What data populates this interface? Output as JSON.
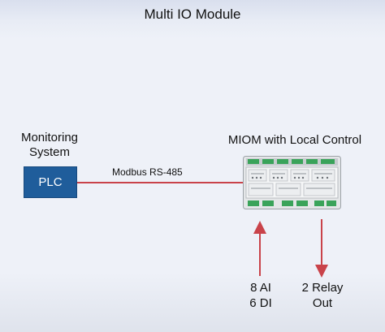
{
  "title": "Multi IO Module",
  "monitoring": {
    "line1": "Monitoring",
    "line2": "System"
  },
  "plc": {
    "label": "PLC"
  },
  "link": {
    "label": "Modbus RS-485"
  },
  "miom": {
    "label": "MIOM with Local Control"
  },
  "inputs": {
    "line1": "8 AI",
    "line2": "6 DI"
  },
  "outputs": {
    "line1": "2 Relay",
    "line2": "Out"
  },
  "colors": {
    "plc_fill": "#1f5d9b",
    "connector": "#c9434a",
    "terminal": "#3aa35a"
  }
}
